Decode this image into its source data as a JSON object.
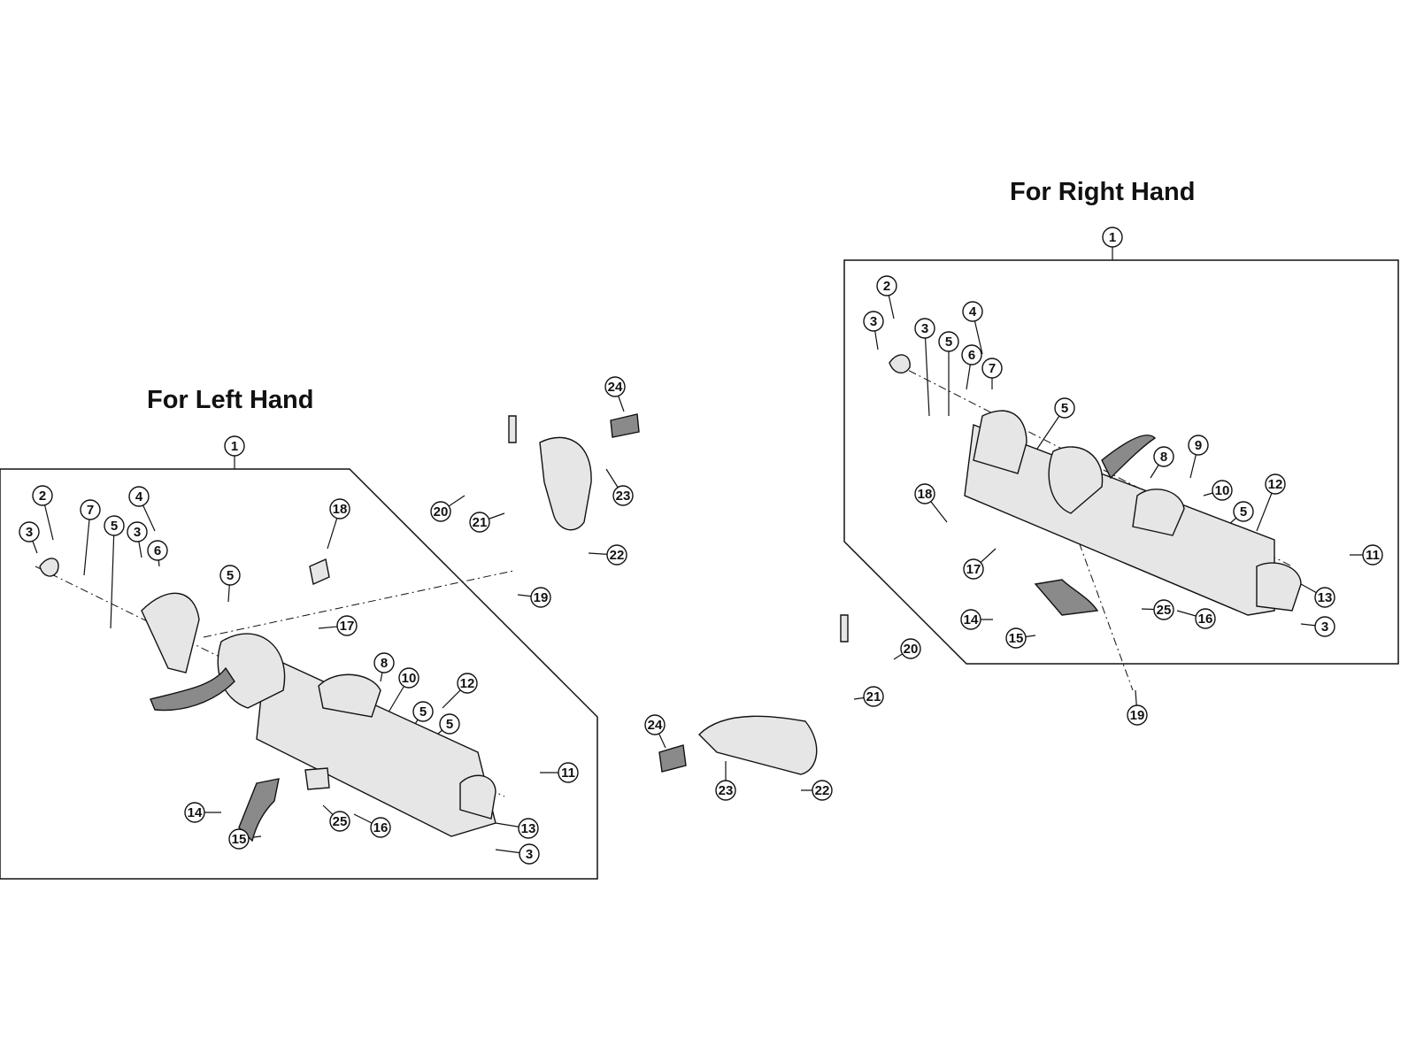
{
  "headings": {
    "left": "For Left Hand",
    "right": "For Right Hand"
  },
  "colors": {
    "ink": "#111111",
    "part_fill": "#e6e6e6",
    "part_dark": "#8a8a8a",
    "background": "#ffffff"
  },
  "callouts": {
    "left": [
      "1",
      "2",
      "3",
      "3",
      "4",
      "5",
      "5",
      "5",
      "5",
      "6",
      "7",
      "8",
      "10",
      "11",
      "12",
      "13",
      "14",
      "15",
      "16",
      "17",
      "18",
      "19",
      "25",
      "3"
    ],
    "right": [
      "1",
      "2",
      "3",
      "3",
      "4",
      "5",
      "5",
      "5",
      "6",
      "7",
      "8",
      "9",
      "10",
      "11",
      "12",
      "13",
      "14",
      "15",
      "16",
      "17",
      "18",
      "19",
      "25",
      "3"
    ],
    "bracket_top": [
      "20",
      "21",
      "22",
      "23",
      "24"
    ],
    "bracket_bottom": [
      "20",
      "21",
      "22",
      "23",
      "24"
    ]
  }
}
